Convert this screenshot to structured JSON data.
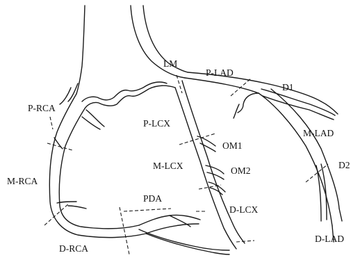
{
  "labels": {
    "lm": "LM",
    "p_lad": "P-LAD",
    "d1": "D1",
    "m_lad": "M-LAD",
    "d2": "D2",
    "d_lad": "D-LAD",
    "p_lcx": "P-LCX",
    "om1": "OM1",
    "m_lcx": "M-LCX",
    "om2": "OM2",
    "d_lcx": "D-LCX",
    "pda": "PDA",
    "p_rca": "P-RCA",
    "m_rca": "M-RCA",
    "d_rca": "D-RCA"
  }
}
